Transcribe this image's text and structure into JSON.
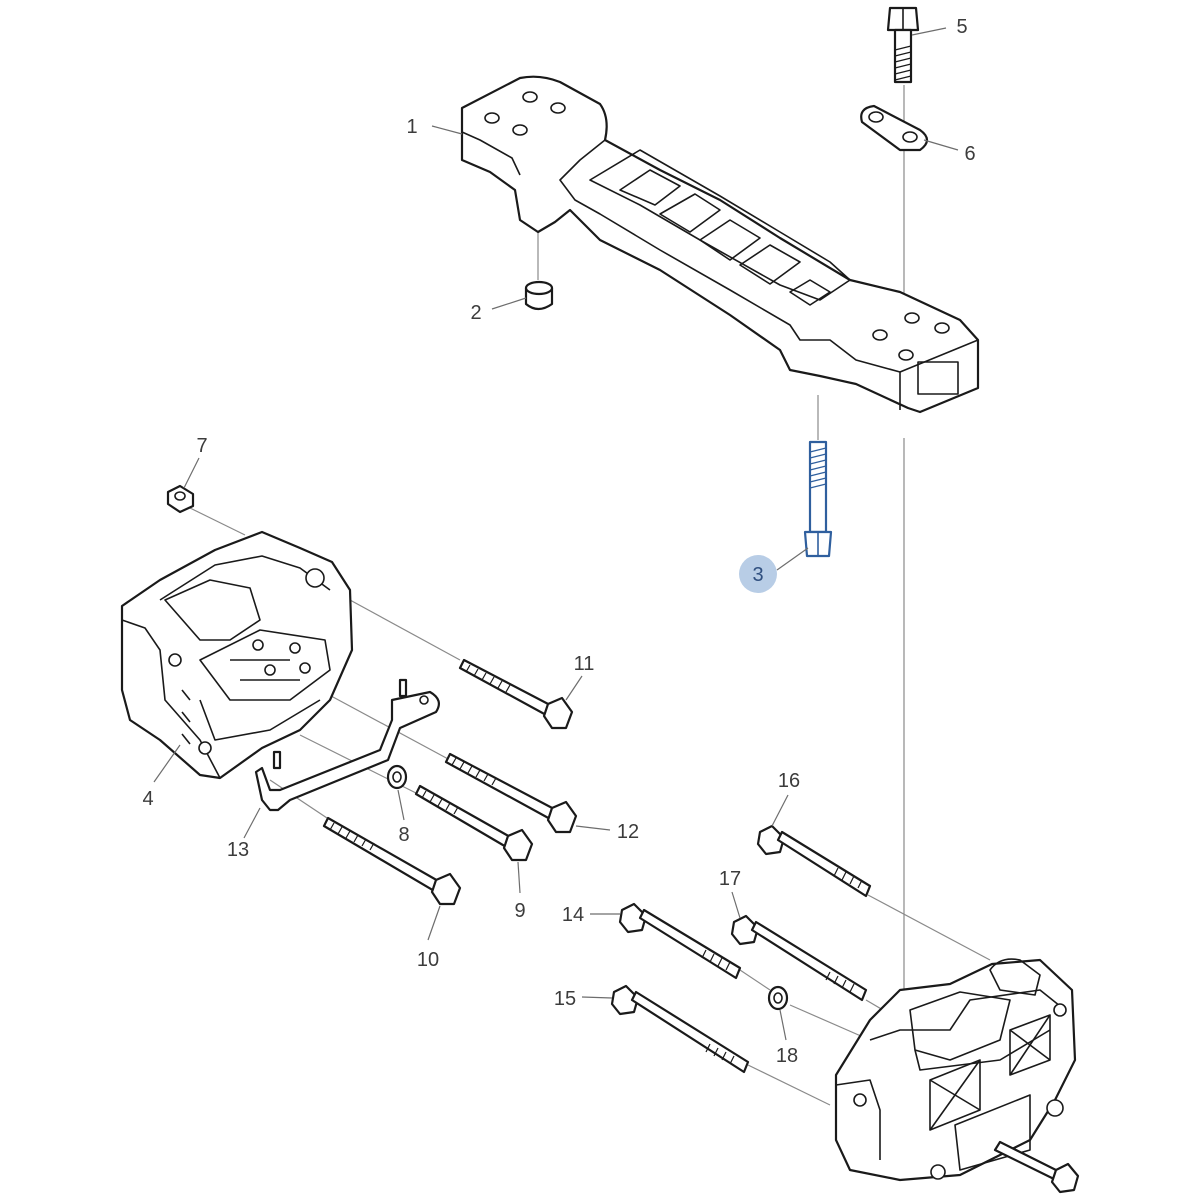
{
  "callouts": {
    "c1": "1",
    "c2": "2",
    "c3": "3",
    "c4": "4",
    "c5": "5",
    "c6": "6",
    "c7": "7",
    "c8": "8",
    "c9": "9",
    "c10": "10",
    "c11": "11",
    "c12": "12",
    "c13": "13",
    "c14": "14",
    "c15": "15",
    "c16": "16",
    "c17": "17",
    "c18": "18"
  },
  "highlight": {
    "part": "3",
    "color": "#b8cde6"
  }
}
